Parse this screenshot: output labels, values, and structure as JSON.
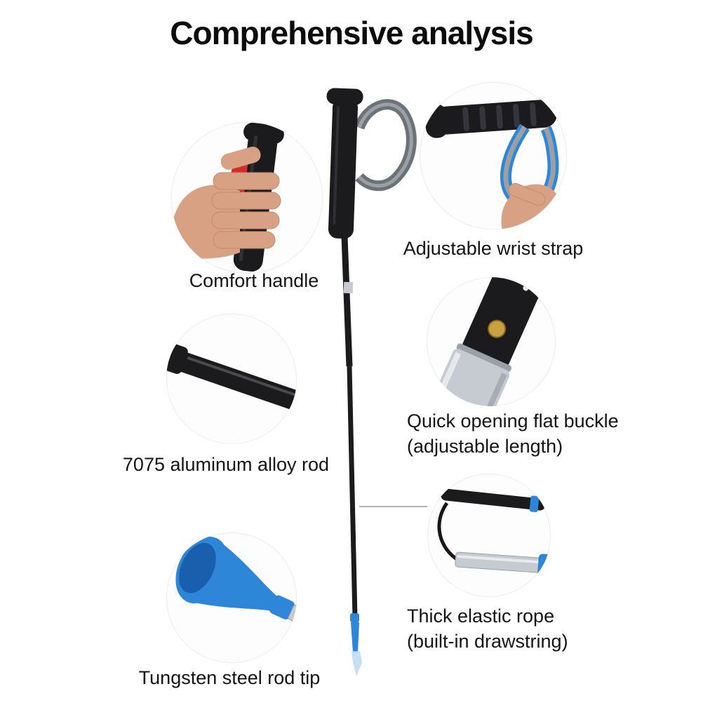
{
  "title": "Comprehensive analysis",
  "colors": {
    "accent_blue": "#2e86d9",
    "pole_black": "#1b1b1e",
    "red_accent": "#d42b2b",
    "silver": "#c6cbd1",
    "gold": "#c9a23f",
    "skin": "#d9a184",
    "strap_gray": "#6d7278"
  },
  "callouts": [
    {
      "id": "comfort-handle",
      "label": "Comfort handle"
    },
    {
      "id": "wrist-strap",
      "label": "Adjustable wrist strap"
    },
    {
      "id": "aluminum-rod",
      "label": "7075 aluminum alloy rod"
    },
    {
      "id": "flat-buckle",
      "label": "Quick opening flat buckle",
      "label2": "(adjustable length)"
    },
    {
      "id": "elastic-rope",
      "label": "Thick elastic rope",
      "label2": "(built-in drawstring)"
    },
    {
      "id": "rod-tip",
      "label": "Tungsten steel rod tip"
    }
  ]
}
